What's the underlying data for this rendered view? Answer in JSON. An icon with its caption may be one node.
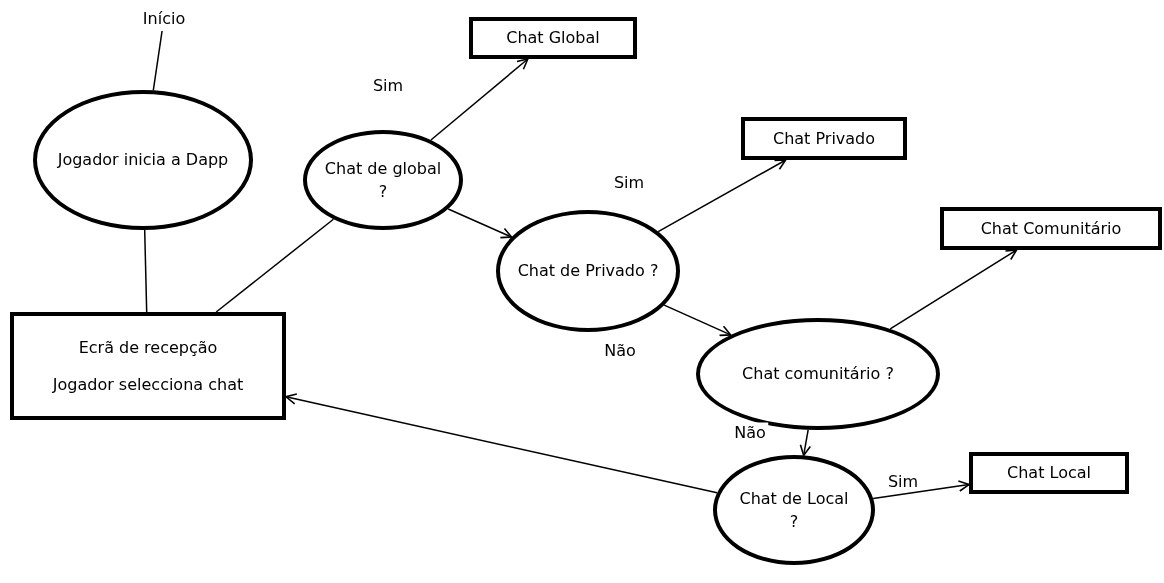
{
  "diagram": {
    "nodes": [
      {
        "text": [
          "Início"
        ]
      },
      {
        "text": [
          "Jogador inicia a Dapp"
        ]
      },
      {
        "text": [
          "Ecrã de recepção",
          "Jogador selecciona chat"
        ]
      },
      {
        "text": [
          "Chat de global ?"
        ]
      },
      {
        "text": [
          "Chat Global"
        ]
      },
      {
        "text": [
          "Chat de Privado ?"
        ]
      },
      {
        "text": [
          "Chat Privado"
        ]
      },
      {
        "text": [
          "Chat Comunitário"
        ]
      },
      {
        "text": [
          "Chat comunitário ?"
        ]
      },
      {
        "text": [
          "Chat de Local ?"
        ]
      },
      {
        "text": [
          "Chat Local"
        ]
      }
    ],
    "edges": [
      {
        "from": 0,
        "to": 1,
        "arrow": "none"
      },
      {
        "from": 1,
        "to": 2,
        "arrow": "none"
      },
      {
        "from": 2,
        "to": 3,
        "arrow": "none"
      },
      {
        "from": 3,
        "to": 4,
        "arrow": "to",
        "label": "Sim"
      },
      {
        "from": 3,
        "to": 5,
        "arrow": "to"
      },
      {
        "from": 5,
        "to": 6,
        "arrow": "to",
        "label": "Sim"
      },
      {
        "from": 5,
        "to": 8,
        "arrow": "to",
        "label": "Não"
      },
      {
        "from": 8,
        "to": 7,
        "arrow": "to"
      },
      {
        "from": 8,
        "to": 9,
        "arrow": "to",
        "label": "Não"
      },
      {
        "from": 9,
        "to": 10,
        "arrow": "to",
        "label": "Sim"
      },
      {
        "from": 9,
        "to": 2,
        "arrow": "to"
      }
    ]
  }
}
